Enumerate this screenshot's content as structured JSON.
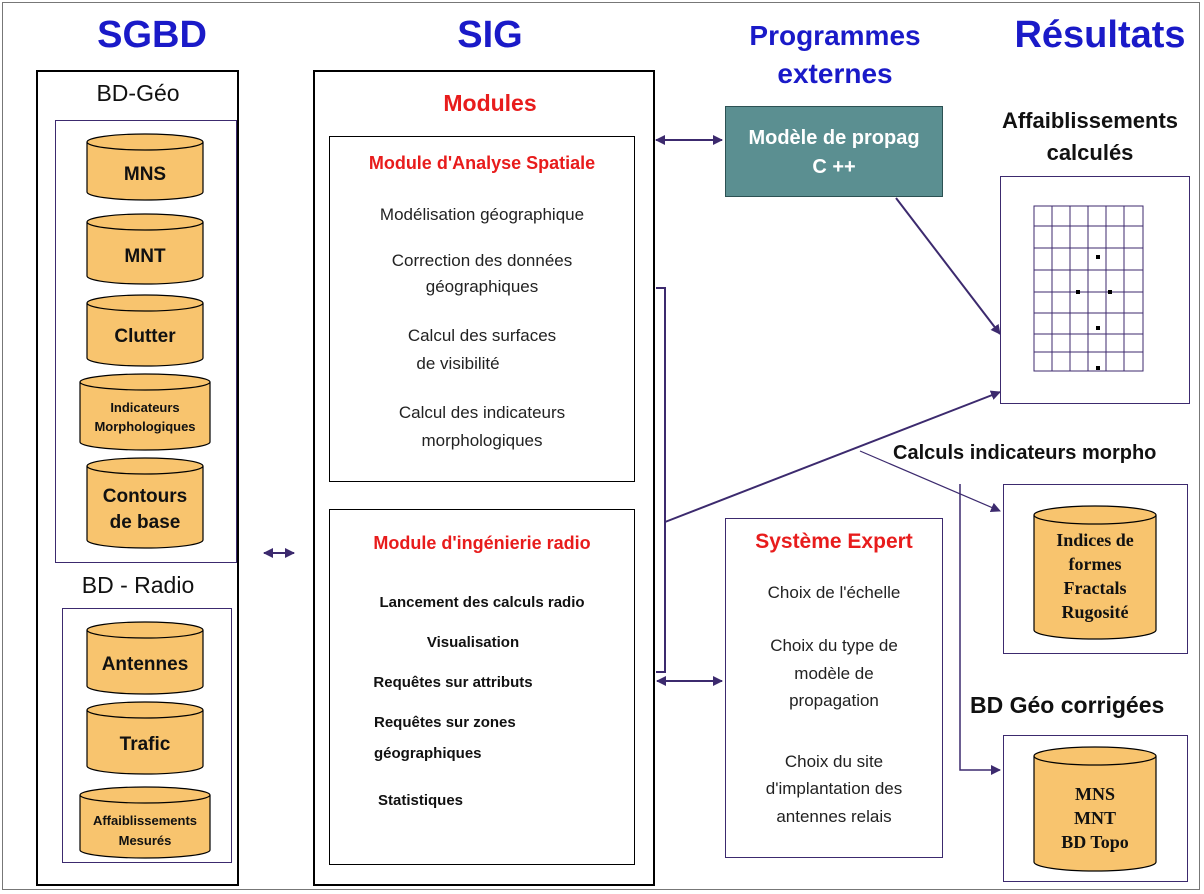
{
  "columns": {
    "sgbd": "SGBD",
    "sig": "SIG",
    "programmes_line1": "Programmes",
    "programmes_line2": "externes",
    "resultats": "Résultats"
  },
  "sgbd": {
    "bd_geo_title": "BD-Géo",
    "bd_geo_items": [
      "MNS",
      "MNT",
      "Clutter",
      "Indicateurs",
      "Morphologiques",
      "Contours",
      "de base"
    ],
    "bd_radio_title": "BD - Radio",
    "bd_radio_items": [
      "Antennes",
      "Trafic",
      "Affaiblissements",
      "Mesurés"
    ]
  },
  "sig": {
    "modules_title": "Modules",
    "spatial": {
      "title": "Module d'Analyse Spatiale",
      "items": [
        "Modélisation géographique",
        "Correction des données",
        "géographiques",
        "Calcul des surfaces",
        "de visibilité",
        "Calcul des indicateurs",
        "morphologiques"
      ]
    },
    "radio": {
      "title": "Module d'ingénierie radio",
      "items": [
        "Lancement  des calculs radio",
        "Visualisation",
        "Requêtes sur attributs",
        "Requêtes sur zones",
        "géographiques",
        "Statistiques"
      ]
    }
  },
  "programmes": {
    "propag_line1": "Modèle de propag",
    "propag_line2": "C ++"
  },
  "expert": {
    "title": "Système Expert",
    "items": [
      "Choix de l'échelle",
      "Choix du type de",
      "modèle de",
      "propagation",
      "Choix du site",
      "d'implantation des",
      "antennes relais"
    ]
  },
  "resultats": {
    "affaib_line1": "Affaiblissements",
    "affaib_line2": "calculés",
    "calculs_title": "Calculs indicateurs morpho",
    "calculs_items": [
      "Indices de",
      "formes",
      "Fractals",
      "Rugosité"
    ],
    "bdgeo_title": "BD Géo corrigées",
    "bdgeo_items": [
      "MNS",
      "MNT",
      "BD Topo"
    ]
  },
  "colors": {
    "title_blue": "#1a1ac8",
    "module_red": "#e81c1c",
    "cylinder_fill": "#f8c46e",
    "border_purple": "#3c2a6e",
    "propag_teal": "#5b8f91"
  }
}
